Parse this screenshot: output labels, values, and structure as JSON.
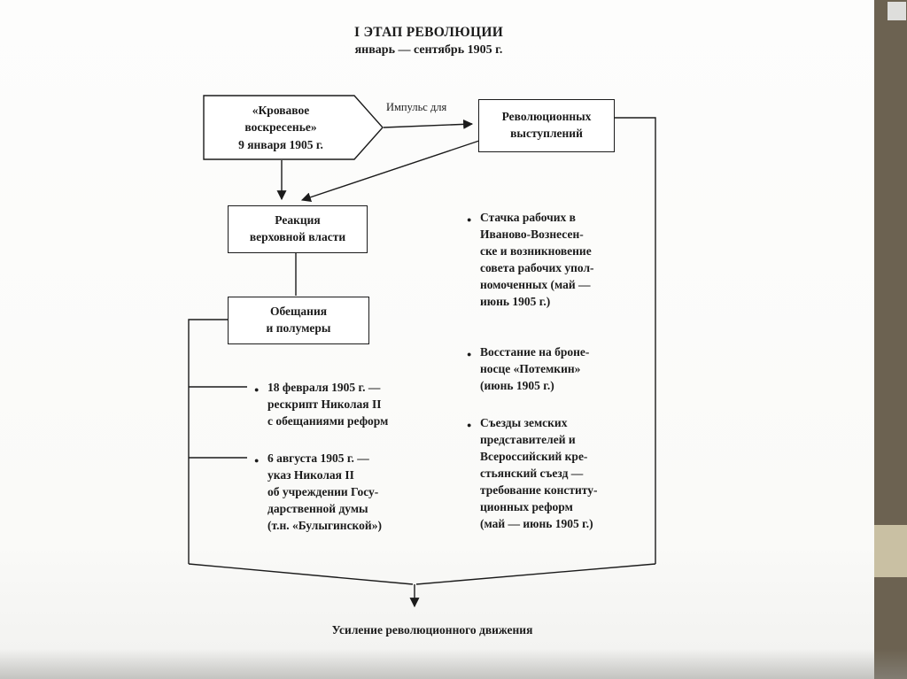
{
  "colors": {
    "ink": "#1b1b1b",
    "accent_bar_dark": "#6c6251",
    "accent_bar_light": "#c9c0a3",
    "background": "#fdfdfc"
  },
  "slide": {
    "title_line1": "I ЭТАП РЕВОЛЮЦИИ",
    "title_line2": "январь — сентябрь 1905 г.",
    "bottom_label": "Усиление революционного движения"
  },
  "nodes": {
    "bloody_sunday": "«Кровавое\nвоскресенье»\n9 января 1905 г.",
    "impulse_label": "Импульс для",
    "revolutionary_actions": "Революционных\nвыступлений",
    "reaction": "Реакция\nверховной власти",
    "promises": "Обещания\nи полумеры"
  },
  "left_bullets": [
    "18 февраля 1905 г. —\nрескрипт Николая II\nс обещаниями реформ",
    "6 августа 1905 г. —\nуказ Николая II\nоб учреждении Госу-\nдарственной думы\n(т.н. «Булыгинской»)"
  ],
  "right_bullets": [
    "Стачка рабочих в\nИваново-Вознесен-\nске и возникновение\nсовета рабочих упол-\nномоченных (май —\nиюнь 1905 г.)",
    "Восстание на броне-\nносце «Потемкин»\n(июнь 1905 г.)",
    "Съезды земских\nпредставителей и\nВсероссийский кре-\nстьянский съезд —\nтребование конститу-\nционных реформ\n(май — июнь 1905 г.)"
  ]
}
